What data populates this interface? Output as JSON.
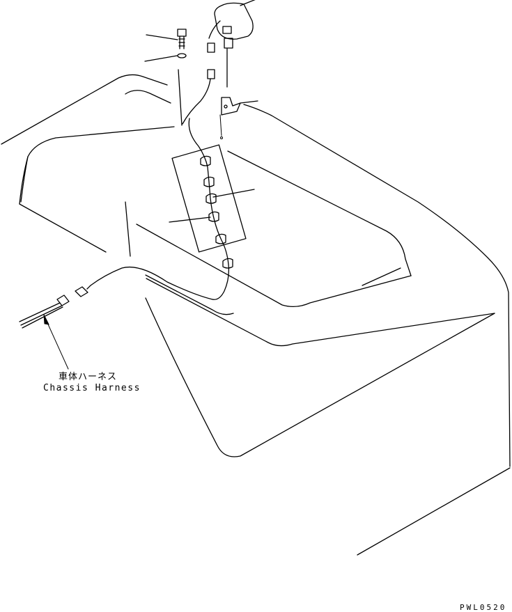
{
  "callout": {
    "japanese": "車体ハーネス",
    "english": "Chassis Harness"
  },
  "drawing_code": "PWL0520"
}
